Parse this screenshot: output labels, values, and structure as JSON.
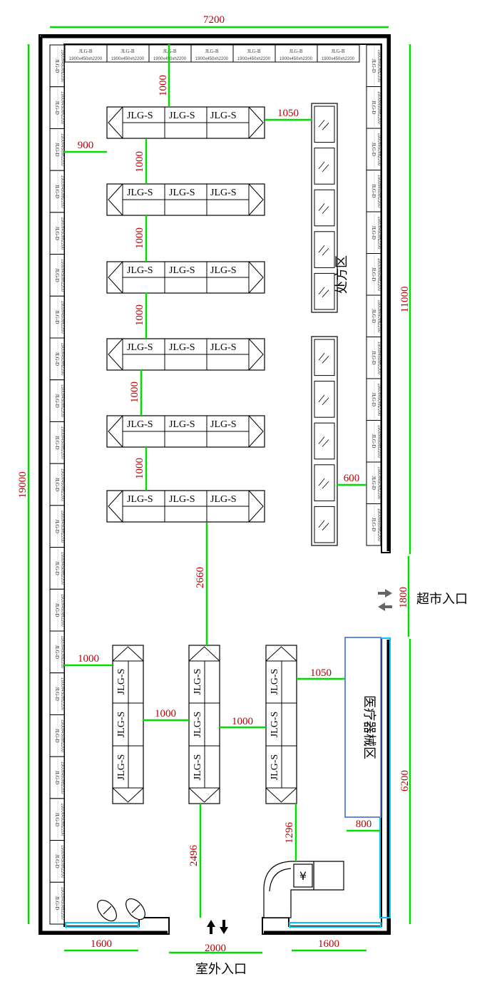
{
  "dims": {
    "total_width": "7200",
    "total_height": "19000",
    "right_upper": "11000",
    "right_lower": "6200",
    "supermarket_gap": "1800",
    "top_gap": "1000",
    "upper_left_gap": "900",
    "upper_right_gap": "1050",
    "row_gap": "1000",
    "middle_gap": "2660",
    "prescription_gap": "600",
    "lower_left_gap": "1000",
    "lower_gap_a": "1000",
    "lower_gap_b": "1000",
    "lower_right_gap": "1050",
    "bottom_mid_gap": "2496",
    "counter_gap": "1296",
    "device_gap": "800",
    "door_left": "1600",
    "door_mid": "2000",
    "door_right": "1600"
  },
  "shelf_label": "JLG-S",
  "wall_shelf_label": "JLG-D",
  "top_shelf_label": "JLG-B",
  "top_shelf_sub": "1900x450xh2200",
  "zones": {
    "prescription": "处方区",
    "medical_device": "医疗器械区",
    "supermarket_entrance": "超市入口",
    "outdoor_entrance": "室外入口"
  },
  "cashier_symbol": "¥",
  "colors": {
    "wall": "#000000",
    "dimension_line": "#00dd00",
    "dimension_text": "#c00000",
    "glass": "#00c8ff",
    "device_zone": "#6688dd"
  }
}
